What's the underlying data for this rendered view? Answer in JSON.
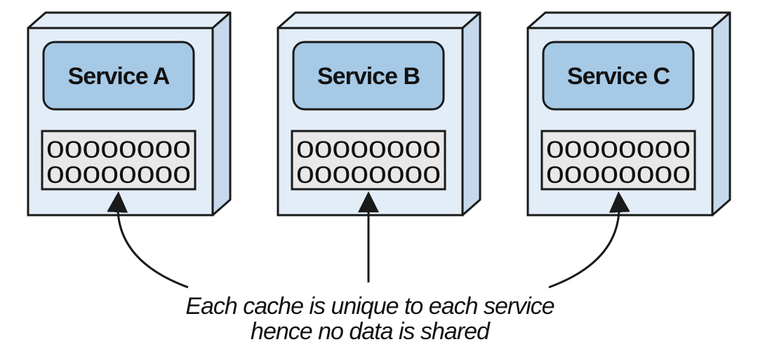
{
  "services": [
    {
      "label": "Service A"
    },
    {
      "label": "Service B"
    },
    {
      "label": "Service C"
    }
  ],
  "cache": {
    "row_text": "00000000"
  },
  "caption": {
    "line1": "Each cache is unique to each service",
    "line2": "hence no data is shared"
  },
  "colors": {
    "box_fill": "#e2edf8",
    "box_side": "#c6d9ec",
    "service_panel": "#a6c9e6",
    "cache_fill": "#e8e8e8",
    "stroke": "#1a1a1a"
  }
}
